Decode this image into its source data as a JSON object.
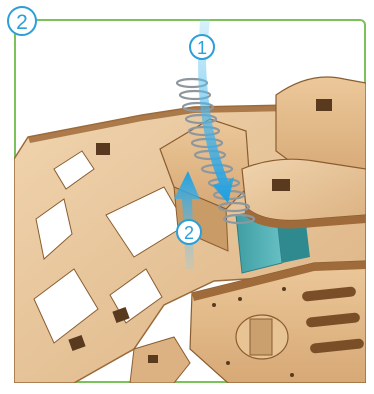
{
  "step": {
    "number": "2"
  },
  "callouts": [
    {
      "label": "1",
      "action": "insert-down"
    },
    {
      "label": "2",
      "action": "push-up"
    }
  ],
  "colors": {
    "frame_border": "#7cc25a",
    "badge_outline": "#2c9fd8",
    "arrow": "#1fa6e6",
    "wood_light": "#e9c9a0",
    "wood_mid": "#d9b07c",
    "wood_dark": "#9a6a3a",
    "spring": "#9aa3aa",
    "teal_part": "#49aeb3"
  },
  "icons": {
    "spring": "spring-icon",
    "arrow_down": "arrow-down-icon",
    "arrow_up": "arrow-up-icon"
  }
}
